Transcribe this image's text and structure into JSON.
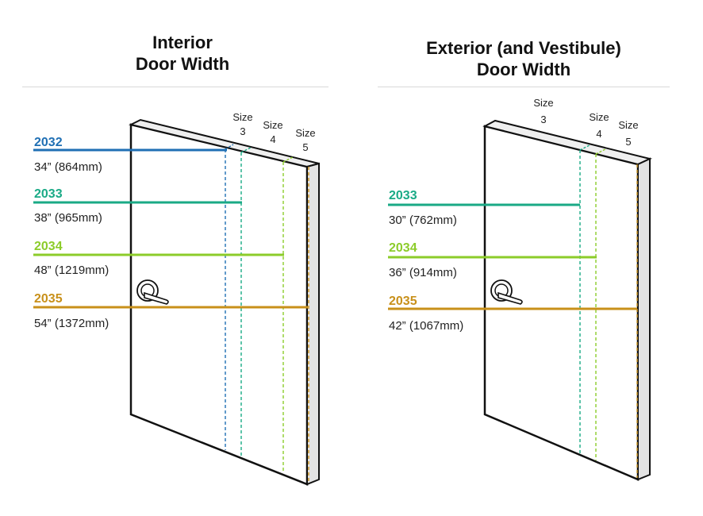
{
  "interior": {
    "title_line1": "Interior",
    "title_line2": "Door Width",
    "size_labels": [
      {
        "word": "Size",
        "num": "3"
      },
      {
        "word": "Size",
        "num": "4"
      },
      {
        "word": "Size",
        "num": "5"
      }
    ],
    "rows": [
      {
        "code": "2032",
        "dim": "34” (864mm)",
        "color": "#1f6fb4"
      },
      {
        "code": "2033",
        "dim": "38” (965mm)",
        "color": "#1aaa86"
      },
      {
        "code": "2034",
        "dim": "48” (1219mm)",
        "color": "#8ccc2a"
      },
      {
        "code": "2035",
        "dim": "54” (1372mm)",
        "color": "#c8901a"
      }
    ]
  },
  "exterior": {
    "title_line1": "Exterior (and Vestibule)",
    "title_line2": "Door Width",
    "size_labels": [
      {
        "word": "Size",
        "num": "3"
      },
      {
        "word": "Size",
        "num": "4"
      },
      {
        "word": "Size",
        "num": "5"
      }
    ],
    "rows": [
      {
        "code": "2033",
        "dim": "30” (762mm)",
        "color": "#1aaa86"
      },
      {
        "code": "2034",
        "dim": "36” (914mm)",
        "color": "#8ccc2a"
      },
      {
        "code": "2035",
        "dim": "42” (1067mm)",
        "color": "#c8901a"
      }
    ]
  }
}
